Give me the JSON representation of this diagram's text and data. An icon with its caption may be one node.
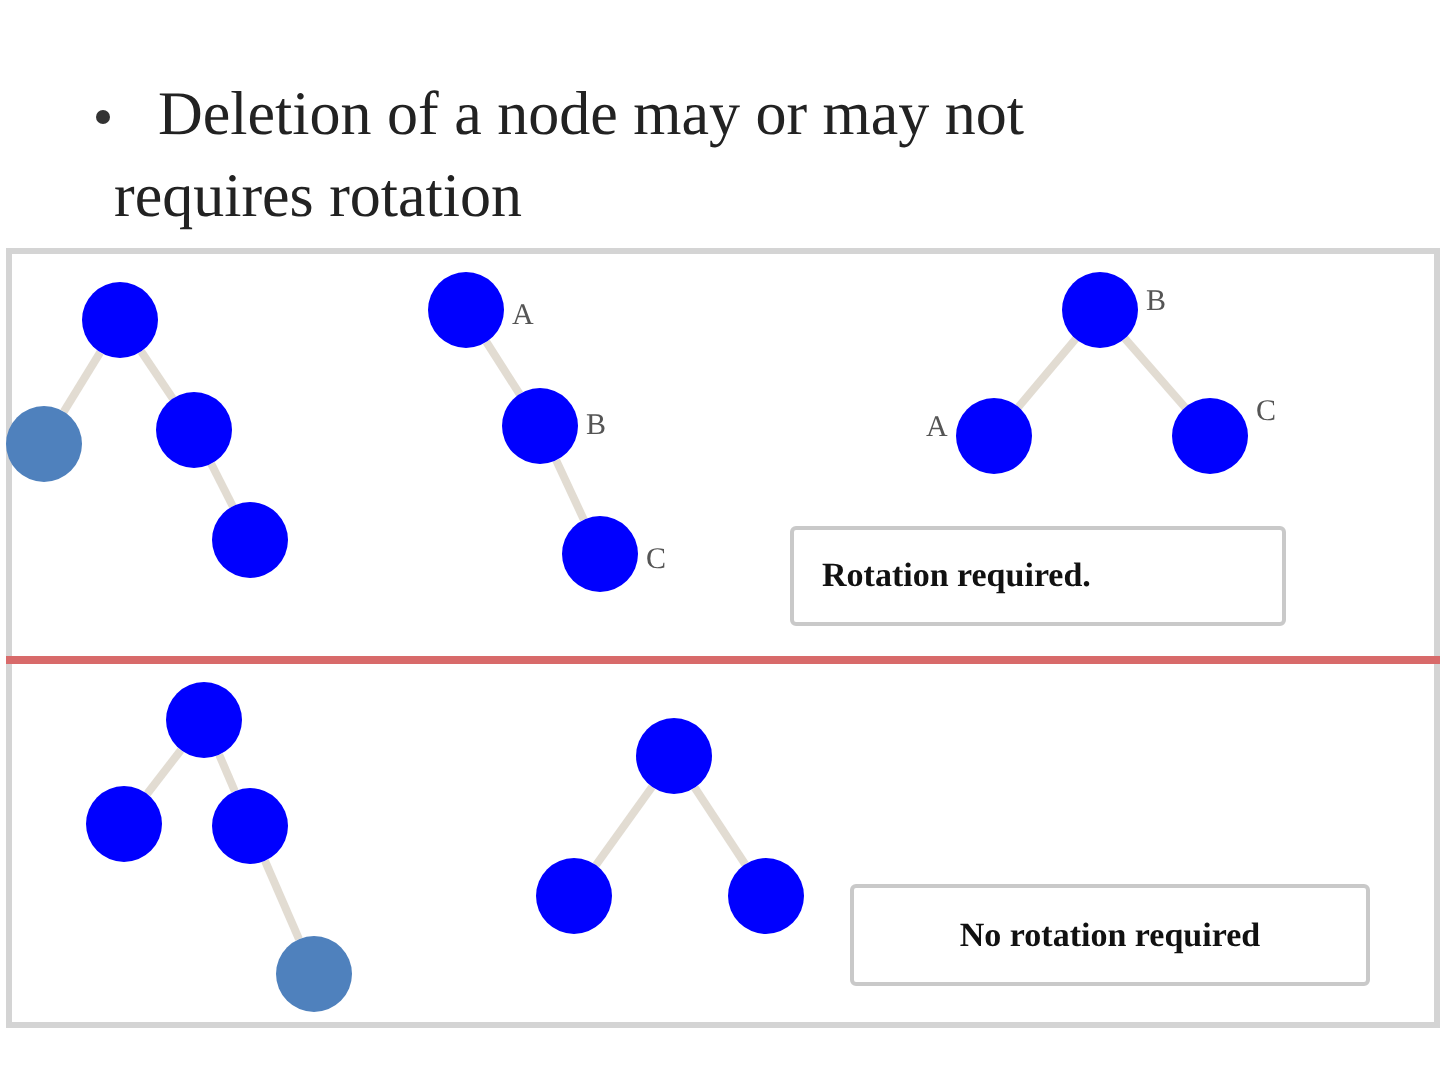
{
  "diagram": {
    "title": "Deletion of a node may or may not requires rotation",
    "nodes": [
      {
        "text": [],
        "shape": "circle"
      },
      {
        "text": [],
        "shape": "circle"
      },
      {
        "text": [],
        "shape": "circle"
      },
      {
        "text": [],
        "shape": "circle"
      },
      {
        "text": [],
        "shape": "circle",
        "beside": [
          "A"
        ]
      },
      {
        "text": [],
        "shape": "circle",
        "beside": [
          "B"
        ]
      },
      {
        "text": [],
        "shape": "circle",
        "beside": [
          "C"
        ]
      },
      {
        "text": [],
        "shape": "circle",
        "beside": [
          "B"
        ]
      },
      {
        "text": [],
        "shape": "circle",
        "beside": [
          "A"
        ]
      },
      {
        "text": [],
        "shape": "circle",
        "beside": [
          "C"
        ]
      },
      {
        "text": [
          "Rotation required."
        ]
      },
      {
        "text": [],
        "shape": "circle"
      },
      {
        "text": [],
        "shape": "circle"
      },
      {
        "text": [],
        "shape": "circle"
      },
      {
        "text": [],
        "shape": "circle"
      },
      {
        "text": [],
        "shape": "circle"
      },
      {
        "text": [],
        "shape": "circle"
      },
      {
        "text": [],
        "shape": "circle"
      },
      {
        "text": [
          "No rotation required"
        ]
      }
    ],
    "edges": [
      {
        "from": 0,
        "to": 1,
        "arrow": "none"
      },
      {
        "from": 0,
        "to": 2,
        "arrow": "none"
      },
      {
        "from": 2,
        "to": 3,
        "arrow": "none"
      },
      {
        "from": 4,
        "to": 5,
        "arrow": "none"
      },
      {
        "from": 5,
        "to": 6,
        "arrow": "none"
      },
      {
        "from": 7,
        "to": 8,
        "arrow": "none"
      },
      {
        "from": 7,
        "to": 9,
        "arrow": "none"
      },
      {
        "from": 11,
        "to": 12,
        "arrow": "none"
      },
      {
        "from": 11,
        "to": 13,
        "arrow": "none"
      },
      {
        "from": 13,
        "to": 14,
        "arrow": "none"
      },
      {
        "from": 15,
        "to": 16,
        "arrow": "none"
      },
      {
        "from": 15,
        "to": 17,
        "arrow": "none"
      }
    ]
  }
}
